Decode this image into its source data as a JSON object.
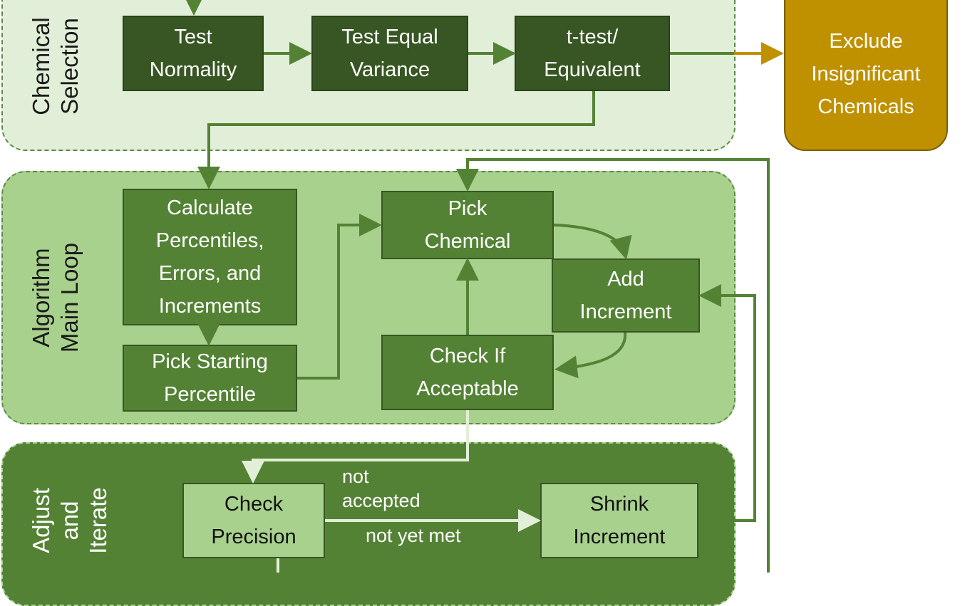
{
  "panels": {
    "chemical_selection": "Chemical\nSelection",
    "main_loop": "Algorithm\nMain Loop",
    "adjust_iterate": "Adjust\nand\nIterate"
  },
  "nodes": {
    "test_normality": "Test\nNormality",
    "test_equal_variance": "Test Equal\nVariance",
    "t_test": "t-test/\nEquivalent",
    "exclude": "Exclude\nInsignificant\nChemicals",
    "calculate": "Calculate\nPercentiles,\nErrors, and\nIncrements",
    "pick_starting": "Pick Starting\nPercentile",
    "pick_chemical": "Pick\nChemical",
    "add_increment": "Add\nIncrement",
    "check_acceptable": "Check If\nAcceptable",
    "check_precision": "Check\nPrecision",
    "shrink_increment": "Shrink\nIncrement"
  },
  "edge_labels": {
    "not_accepted": "not\naccepted",
    "not_yet_met": "not yet met"
  },
  "colors": {
    "arrow_green": "#548235",
    "arrow_light": "#e2efd8",
    "arrow_gold": "#bf9000"
  }
}
